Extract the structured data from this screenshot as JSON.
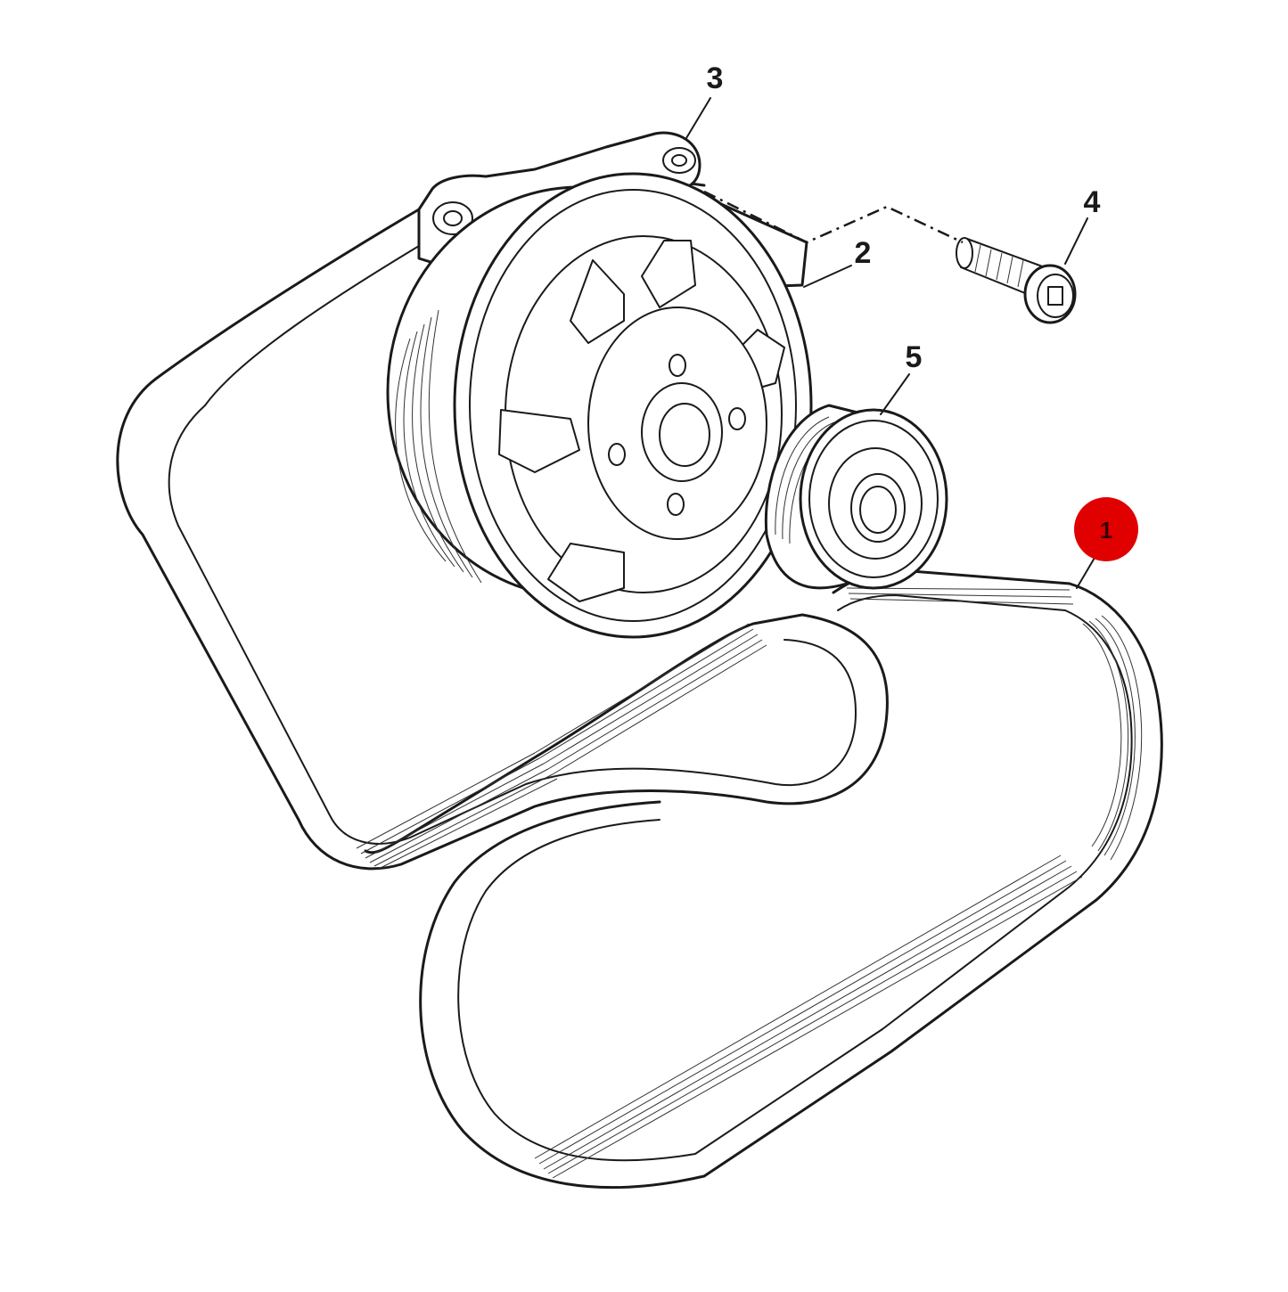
{
  "diagram": {
    "callouts": [
      {
        "id": "1",
        "label": "1",
        "highlighted": true
      },
      {
        "id": "2",
        "label": "2",
        "highlighted": false
      },
      {
        "id": "3",
        "label": "3",
        "highlighted": false
      },
      {
        "id": "4",
        "label": "4",
        "highlighted": false
      },
      {
        "id": "5",
        "label": "5",
        "highlighted": false
      }
    ],
    "colors": {
      "highlight_fill": "#e00000",
      "highlight_text": "#3a0000",
      "line": "#1a1a1a",
      "background": "#ffffff"
    }
  }
}
